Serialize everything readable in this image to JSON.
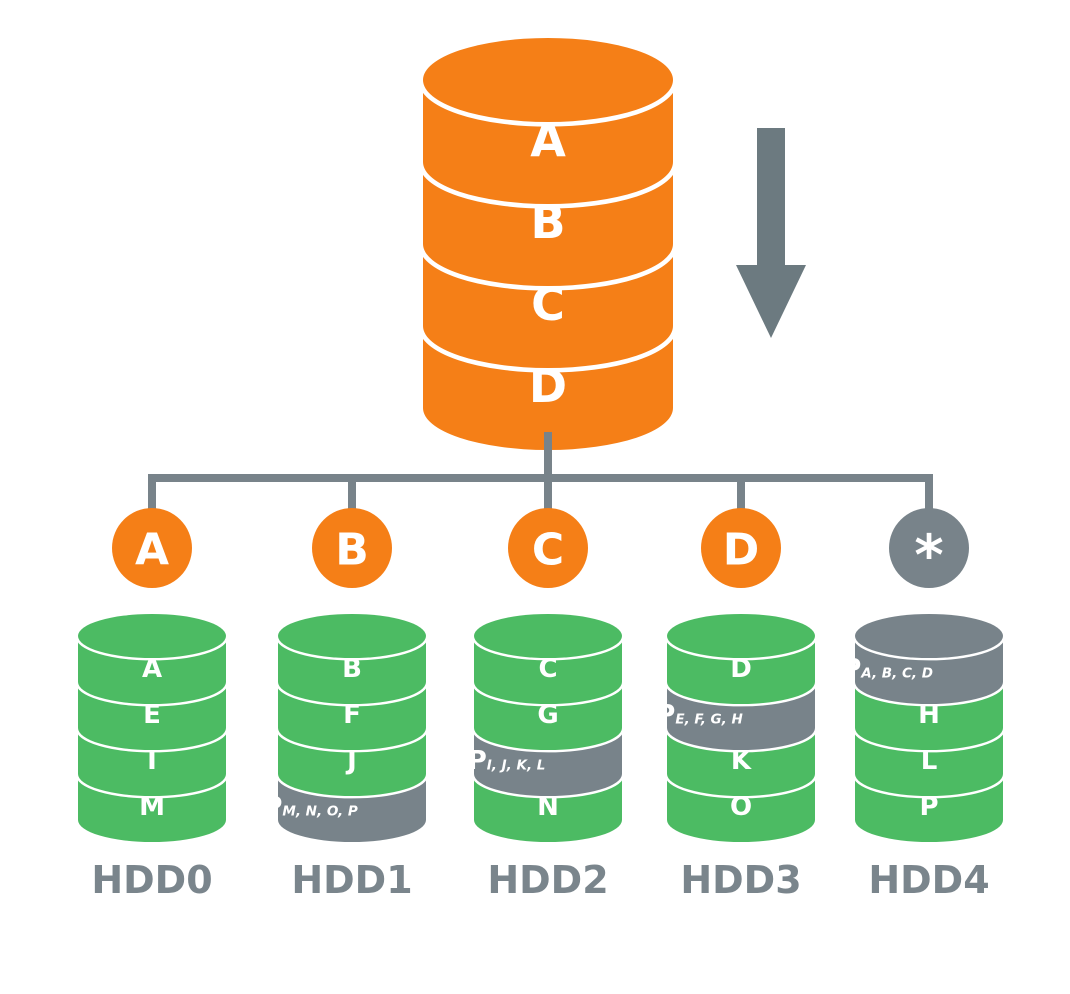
{
  "colors": {
    "source": "#f57f17",
    "data": "#4cbb63",
    "parity": "#78838a",
    "connector": "#78838a",
    "arrow": "#6c7a80",
    "stripe": "#ffffff"
  },
  "source": {
    "segments": [
      "A",
      "B",
      "C",
      "D"
    ]
  },
  "arrow_icon": "down-arrow-icon",
  "tokens": [
    {
      "label": "A",
      "kind": "data"
    },
    {
      "label": "B",
      "kind": "data"
    },
    {
      "label": "C",
      "kind": "data"
    },
    {
      "label": "D",
      "kind": "data"
    },
    {
      "label": "*",
      "kind": "parity"
    }
  ],
  "disks": [
    {
      "name": "HDD0",
      "blocks": [
        {
          "label": "A",
          "parity": false
        },
        {
          "label": "E",
          "parity": false
        },
        {
          "label": "I",
          "parity": false
        },
        {
          "label": "M",
          "parity": false
        }
      ]
    },
    {
      "name": "HDD1",
      "blocks": [
        {
          "label": "B",
          "parity": false
        },
        {
          "label": "F",
          "parity": false
        },
        {
          "label": "J",
          "parity": false
        },
        {
          "label": "P",
          "sub": "M, N, O, P",
          "parity": true
        }
      ]
    },
    {
      "name": "HDD2",
      "blocks": [
        {
          "label": "C",
          "parity": false
        },
        {
          "label": "G",
          "parity": false
        },
        {
          "label": "P",
          "sub": "I, J, K, L",
          "parity": true
        },
        {
          "label": "N",
          "parity": false
        }
      ]
    },
    {
      "name": "HDD3",
      "blocks": [
        {
          "label": "D",
          "parity": false
        },
        {
          "label": "P",
          "sub": "E, F, G, H",
          "parity": true
        },
        {
          "label": "K",
          "parity": false
        },
        {
          "label": "O",
          "parity": false
        }
      ]
    },
    {
      "name": "HDD4",
      "blocks": [
        {
          "label": "P",
          "sub": "A, B, C, D",
          "parity": true
        },
        {
          "label": "H",
          "parity": false
        },
        {
          "label": "L",
          "parity": false
        },
        {
          "label": "P",
          "parity": false
        }
      ]
    }
  ]
}
